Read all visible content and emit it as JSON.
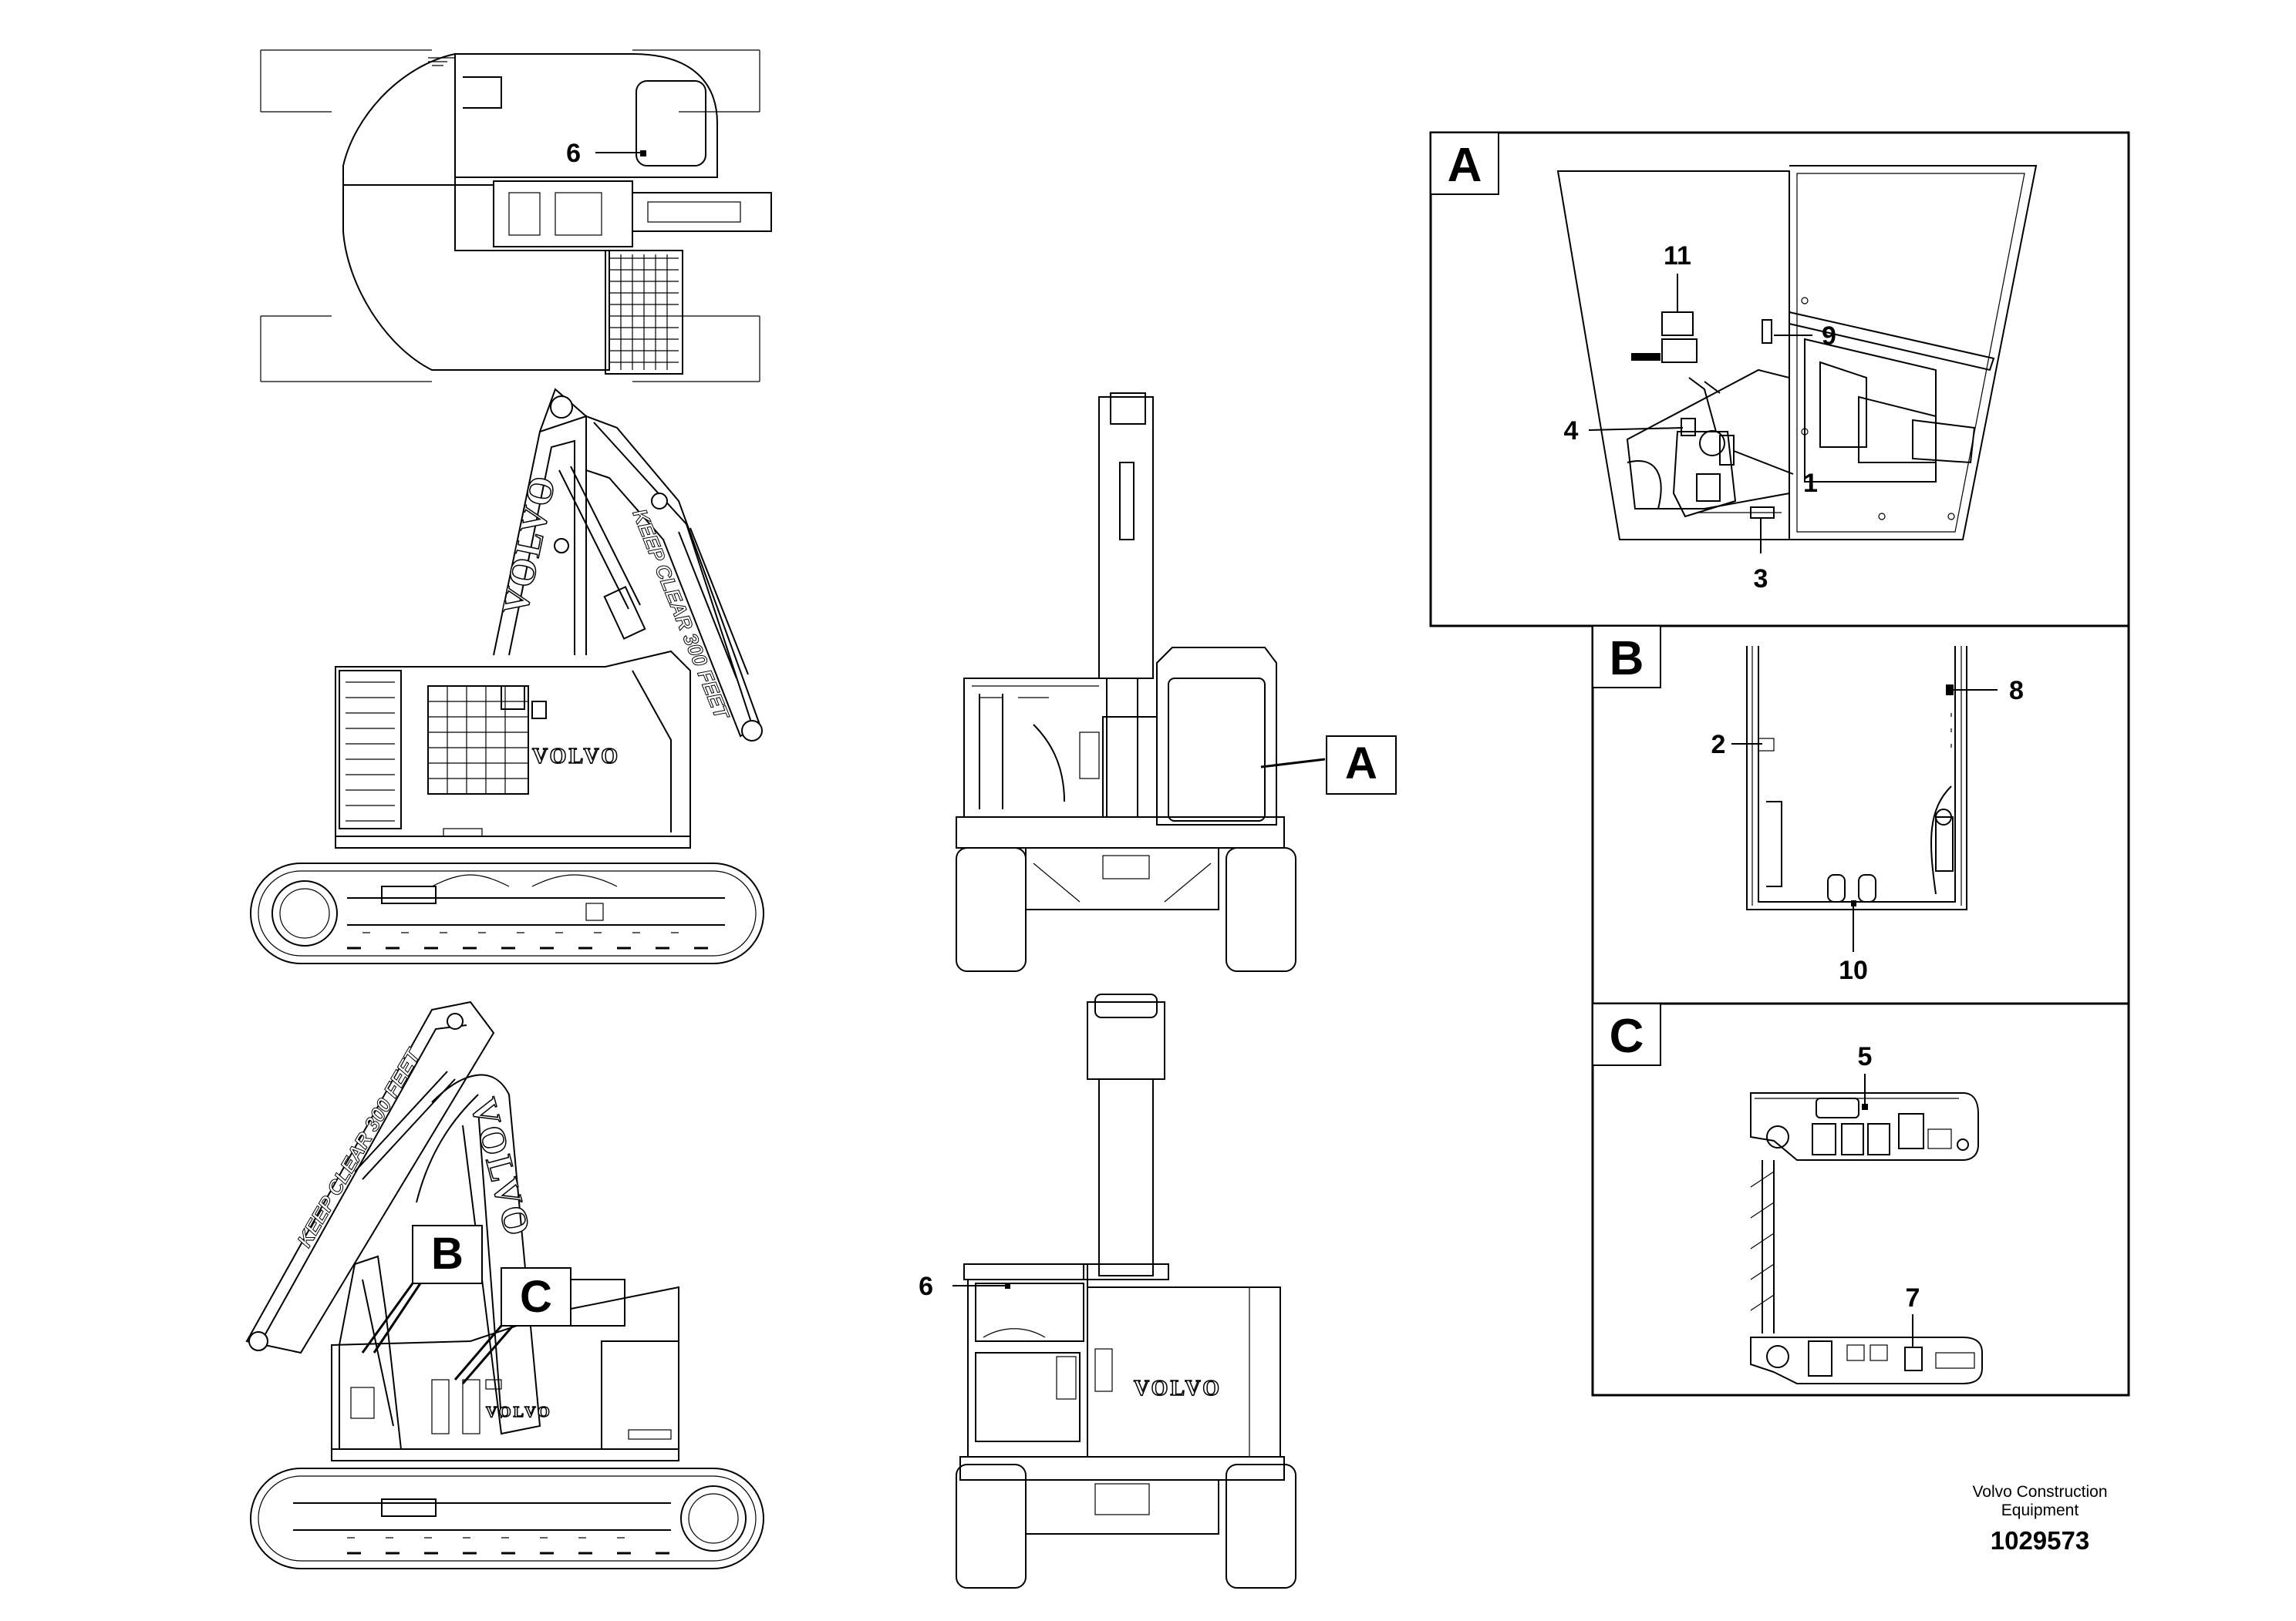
{
  "callouts": {
    "top_view_6": "6",
    "rear_view_6": "6",
    "a_11": "11",
    "a_9": "9",
    "a_4": "4",
    "a_1": "1",
    "a_3": "3",
    "b_8": "8",
    "b_2": "2",
    "b_10": "10",
    "c_5": "5",
    "c_7": "7"
  },
  "detail_boxes": {
    "a": "A",
    "b": "B",
    "c": "C"
  },
  "pointer_tags": {
    "a": "A",
    "b": "B",
    "c": "C"
  },
  "machine_text": {
    "brand_side": "VOLVO",
    "brand_boom_right": "VOLVO",
    "brand_boom_left": "VOLVO",
    "brand_rear": "VOLVO",
    "warning_right": "KEEP CLEAR 300 FEET",
    "warning_left": "KEEP CLEAR 300 FEET"
  },
  "footer": {
    "company_line1": "Volvo Construction",
    "company_line2": "Equipment",
    "drawing_number": "1029573"
  },
  "colors": {
    "line": "#000000",
    "background": "#ffffff"
  }
}
